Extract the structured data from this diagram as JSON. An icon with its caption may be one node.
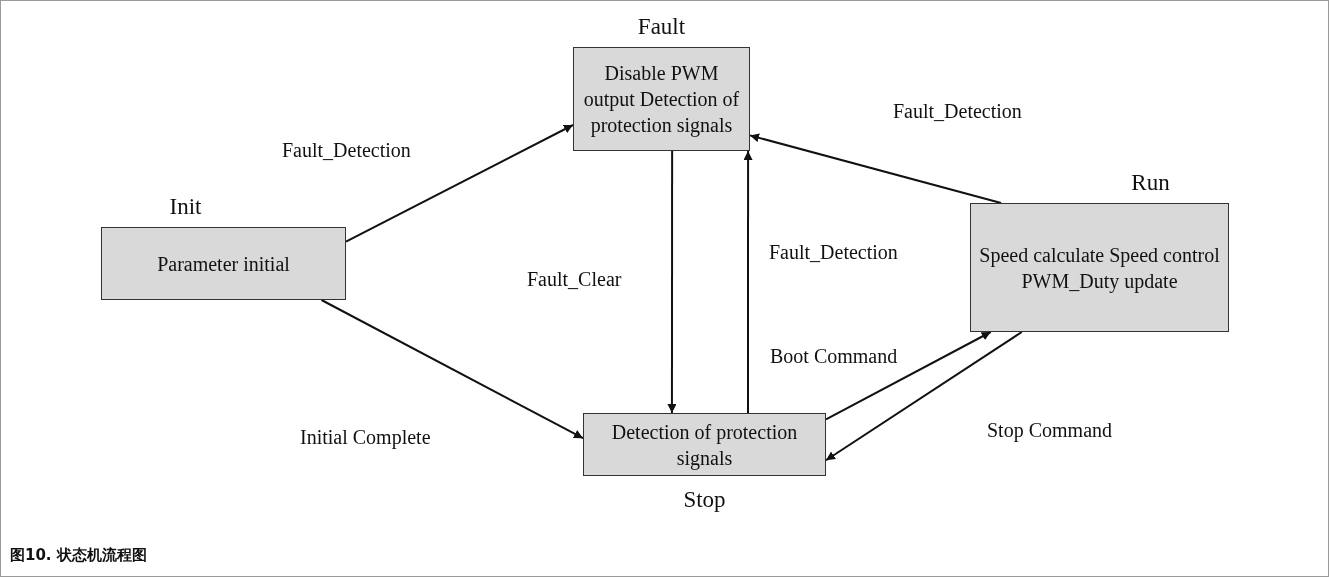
{
  "diagram": {
    "caption": "图10. 状态机流程图",
    "nodes": [
      {
        "text": [
          "Fault",
          "Disable PWM output Detection of protection signals"
        ]
      },
      {
        "text": [
          "Init",
          "Parameter initial"
        ]
      },
      {
        "text": [
          "Run",
          "Speed calculate Speed control PWM_Duty update"
        ]
      },
      {
        "text": [
          "Detection of protection signals",
          "Stop"
        ]
      }
    ],
    "edges": [
      {
        "from": 1,
        "to": 0,
        "arrow": "to",
        "label": "Fault_Detection"
      },
      {
        "from": 2,
        "to": 0,
        "arrow": "to",
        "label": "Fault_Detection"
      },
      {
        "from": 0,
        "to": 3,
        "arrow": "to",
        "label": "Fault_Clear"
      },
      {
        "from": 3,
        "to": 0,
        "arrow": "to",
        "label": "Fault_Detection"
      },
      {
        "from": 1,
        "to": 3,
        "arrow": "to",
        "label": "Initial Complete"
      },
      {
        "from": 3,
        "to": 2,
        "arrow": "to",
        "label": "Boot Command"
      },
      {
        "from": 2,
        "to": 3,
        "arrow": "to",
        "label": "Stop Command"
      }
    ]
  }
}
